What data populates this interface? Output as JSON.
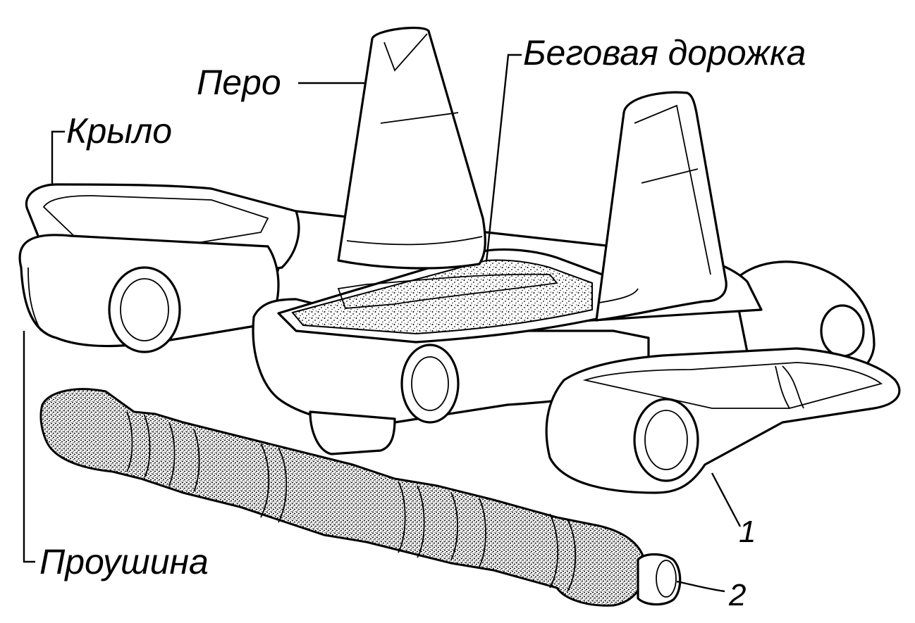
{
  "labels": {
    "pero": "Перо",
    "begovaya_dorozhka": "Беговая дорожка",
    "krylo": "Крыло",
    "proushina": "Проушина",
    "callout_1": "1",
    "callout_2": "2"
  },
  "colors": {
    "ink": "#000000",
    "paper": "#ffffff"
  }
}
